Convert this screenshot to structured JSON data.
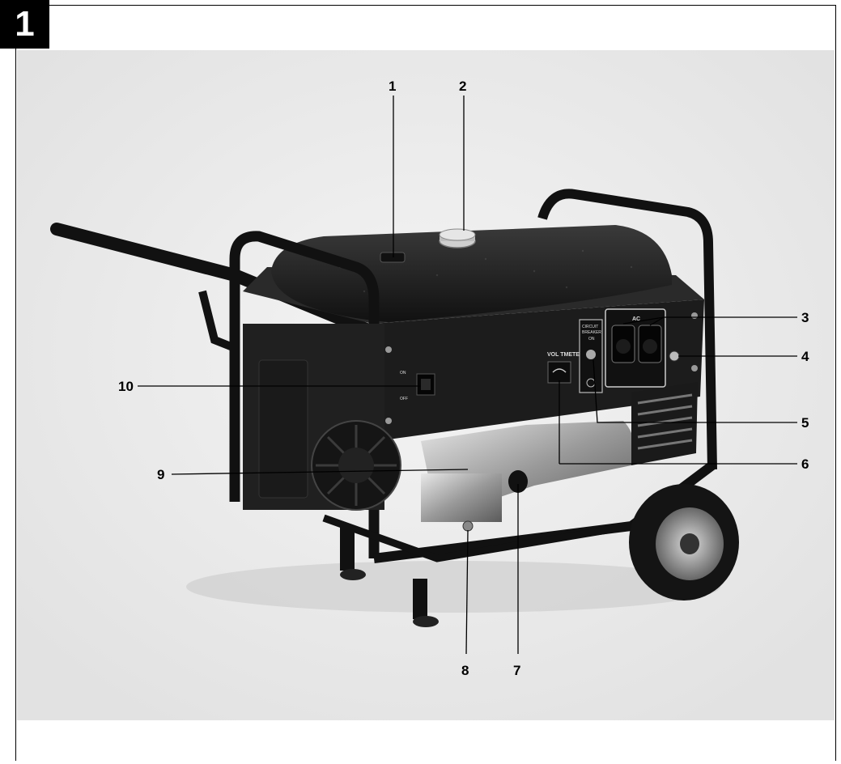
{
  "figure": {
    "number": "1"
  },
  "panel": {
    "voltmeter_label": "VOL TMETER",
    "breaker_label_1": "CIRCUIT",
    "breaker_label_2": "BREAKER",
    "breaker_on": "ON",
    "ac_label": "AC",
    "switch_on": "ON",
    "switch_off": "OFF"
  },
  "callouts": [
    {
      "label": "1"
    },
    {
      "label": "2"
    },
    {
      "label": "3"
    },
    {
      "label": "4"
    },
    {
      "label": "5"
    },
    {
      "label": "6"
    },
    {
      "label": "7"
    },
    {
      "label": "8"
    },
    {
      "label": "9"
    },
    {
      "label": "10"
    }
  ],
  "colors": {
    "frame": "#000000",
    "badge": "#000000",
    "background": "#ffffff",
    "machine_dark": "#1a1a1a",
    "backdrop": "#ececec"
  }
}
